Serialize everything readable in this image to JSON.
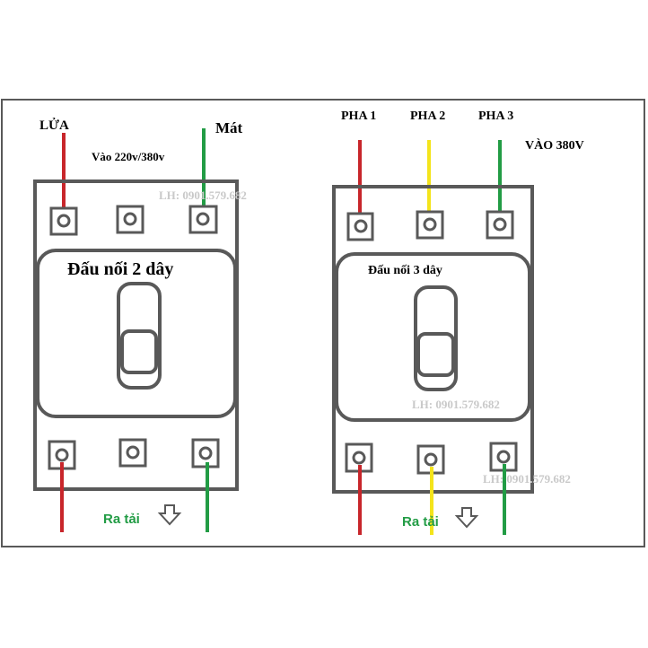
{
  "left_breaker": {
    "label_live": "LỬA",
    "label_neutral": "Mát",
    "input_voltage": "Vào 220v/380v",
    "title": "Đấu nối 2 dây",
    "watermark": "LH: 0901.579.682",
    "output_label": "Ra tải"
  },
  "right_breaker": {
    "label_phase1": "PHA 1",
    "label_phase2": "PHA 2",
    "label_phase3": "PHA 3",
    "input_voltage": "VÀO 380V",
    "title": "Đấu nối 3 dây",
    "watermark_1": "LH: 0901.579.682",
    "watermark_2": "LH: 0901.579.682",
    "output_label": "Ra tải"
  },
  "colors": {
    "outline": "#595959",
    "wire_red": "#c8262b",
    "wire_green": "#229c45",
    "wire_yellow": "#f4e41b",
    "watermark": "#c9c9c9",
    "label_green": "#229c45"
  }
}
